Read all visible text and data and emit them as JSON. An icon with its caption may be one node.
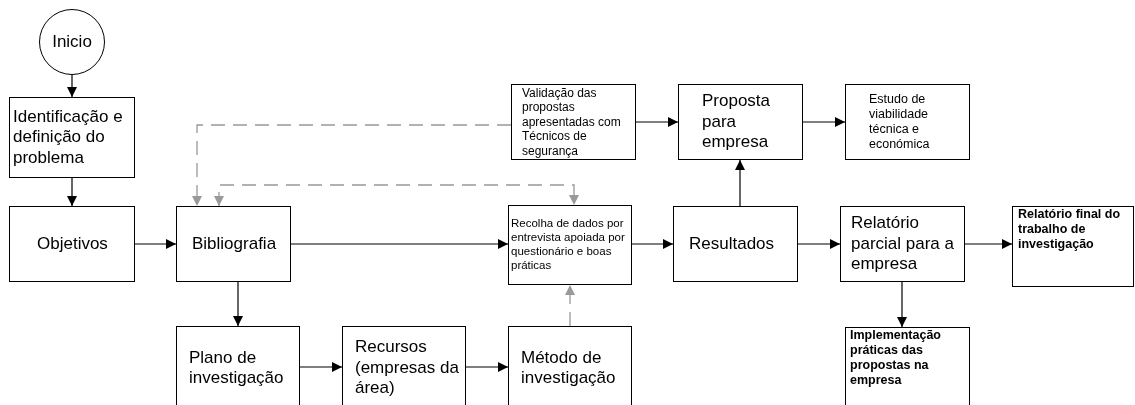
{
  "diagram": {
    "nodes": [
      {
        "text": [
          "Inicio"
        ]
      },
      {
        "text": [
          "Identificação e definição do problema"
        ]
      },
      {
        "text": [
          "Objetivos"
        ]
      },
      {
        "text": [
          "Bibliografia"
        ]
      },
      {
        "text": [
          "Validação das propostas apresentadas com Técnicos de segurança"
        ]
      },
      {
        "text": [
          "Proposta para empresa"
        ]
      },
      {
        "text": [
          "Estudo de viabilidade técnica e económica"
        ]
      },
      {
        "text": [
          "Recolha de dados por entrevista apoiada por questionário e boas práticas"
        ]
      },
      {
        "text": [
          "Resultados"
        ]
      },
      {
        "text": [
          "Relatório parcial para a empresa"
        ]
      },
      {
        "text": [
          "Relatório final do trabalho de investigação"
        ]
      },
      {
        "text": [
          "Plano de investigação"
        ]
      },
      {
        "text": [
          "Recursos (empresas da área)"
        ]
      },
      {
        "text": [
          "Método de investigação"
        ]
      },
      {
        "text": [
          "Implementação práticas das propostas na empresa"
        ]
      }
    ],
    "edges": [
      {
        "from": 0,
        "to": 1,
        "arrow": "to"
      },
      {
        "from": 1,
        "to": 2,
        "arrow": "to"
      },
      {
        "from": 2,
        "to": 3,
        "arrow": "to"
      },
      {
        "from": 3,
        "to": 7,
        "arrow": "to"
      },
      {
        "from": 7,
        "to": 8,
        "arrow": "to"
      },
      {
        "from": 8,
        "to": 9,
        "arrow": "to"
      },
      {
        "from": 9,
        "to": 10,
        "arrow": "to"
      },
      {
        "from": 8,
        "to": 5,
        "arrow": "to"
      },
      {
        "from": 4,
        "to": 5,
        "arrow": "to"
      },
      {
        "from": 5,
        "to": 6,
        "arrow": "to"
      },
      {
        "from": 4,
        "to": 3,
        "arrow": "to",
        "style": "dashed",
        "color": "#999999"
      },
      {
        "from": 3,
        "to": 7,
        "arrow": "both",
        "style": "dashed",
        "color": "#999999"
      },
      {
        "from": 3,
        "to": 11,
        "arrow": "to"
      },
      {
        "from": 11,
        "to": 12,
        "arrow": "to"
      },
      {
        "from": 12,
        "to": 13,
        "arrow": "to"
      },
      {
        "from": 13,
        "to": 7,
        "arrow": "to",
        "style": "dashed",
        "color": "#999999"
      },
      {
        "from": 9,
        "to": 14,
        "arrow": "to"
      }
    ]
  }
}
